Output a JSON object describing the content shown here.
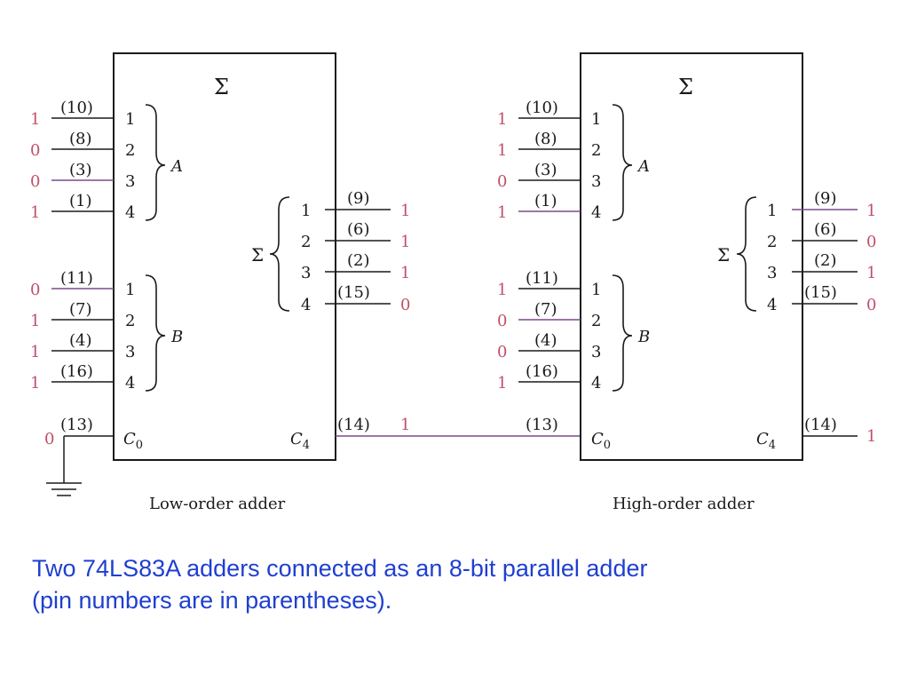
{
  "diagram": {
    "sigma": "Σ",
    "low_adder": {
      "title": "Low-order adder",
      "a": {
        "label": "A",
        "pins": [
          "(10)",
          "(8)",
          "(3)",
          "(1)"
        ],
        "bits": [
          "1",
          "0",
          "0",
          "1"
        ],
        "indices": [
          "1",
          "2",
          "3",
          "4"
        ]
      },
      "b": {
        "label": "B",
        "pins": [
          "(11)",
          "(7)",
          "(4)",
          "(16)"
        ],
        "bits": [
          "0",
          "1",
          "1",
          "1"
        ],
        "indices": [
          "1",
          "2",
          "3",
          "4"
        ]
      },
      "sum": {
        "label": "Σ",
        "pins": [
          "(9)",
          "(6)",
          "(2)",
          "(15)"
        ],
        "bits": [
          "1",
          "1",
          "1",
          "0"
        ],
        "indices": [
          "1",
          "2",
          "3",
          "4"
        ]
      },
      "carry_in": {
        "pin": "(13)",
        "bit": "0",
        "label": "C",
        "sub": "0"
      },
      "carry_out": {
        "pin": "(14)",
        "bit": "1",
        "label": "C",
        "sub": "4"
      }
    },
    "high_adder": {
      "title": "High-order adder",
      "a": {
        "label": "A",
        "pins": [
          "(10)",
          "(8)",
          "(3)",
          "(1)"
        ],
        "bits": [
          "1",
          "1",
          "0",
          "1"
        ],
        "indices": [
          "1",
          "2",
          "3",
          "4"
        ]
      },
      "b": {
        "label": "B",
        "pins": [
          "(11)",
          "(7)",
          "(4)",
          "(16)"
        ],
        "bits": [
          "1",
          "0",
          "0",
          "1"
        ],
        "indices": [
          "1",
          "2",
          "3",
          "4"
        ]
      },
      "sum": {
        "label": "Σ",
        "pins": [
          "(9)",
          "(6)",
          "(2)",
          "(15)"
        ],
        "bits": [
          "1",
          "0",
          "1",
          "0"
        ],
        "indices": [
          "1",
          "2",
          "3",
          "4"
        ]
      },
      "carry_in": {
        "pin": "(13)",
        "label": "C",
        "sub": "0"
      },
      "carry_out": {
        "pin": "(14)",
        "bit": "1",
        "label": "C",
        "sub": "4"
      }
    }
  },
  "caption": {
    "line1": "Two 74LS83A adders connected as an 8-bit parallel adder",
    "line2": "(pin numbers are in parentheses)."
  }
}
